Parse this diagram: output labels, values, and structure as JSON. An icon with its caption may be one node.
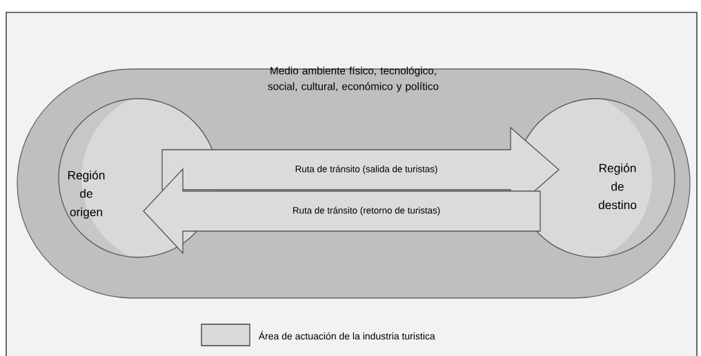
{
  "diagram": {
    "nodes": [
      {
        "text": [
          "Medio ambiente físico, tecnológico, social, cultural, económico y político"
        ]
      },
      {
        "text": [
          "Región de origen"
        ],
        "in": 0
      },
      {
        "text": [
          "Región de destino"
        ],
        "in": 0
      }
    ],
    "edges": [
      {
        "from": 1,
        "to": 2,
        "arrow": "to",
        "label": "Ruta de tránsito (salida de turistas)"
      },
      {
        "from": 2,
        "to": 1,
        "arrow": "to",
        "label": "Ruta de tránsito (retorno de turistas)"
      }
    ],
    "legend": [
      {
        "text": "Área de actuación de la industria turistica",
        "color": "#dadada"
      }
    ]
  }
}
